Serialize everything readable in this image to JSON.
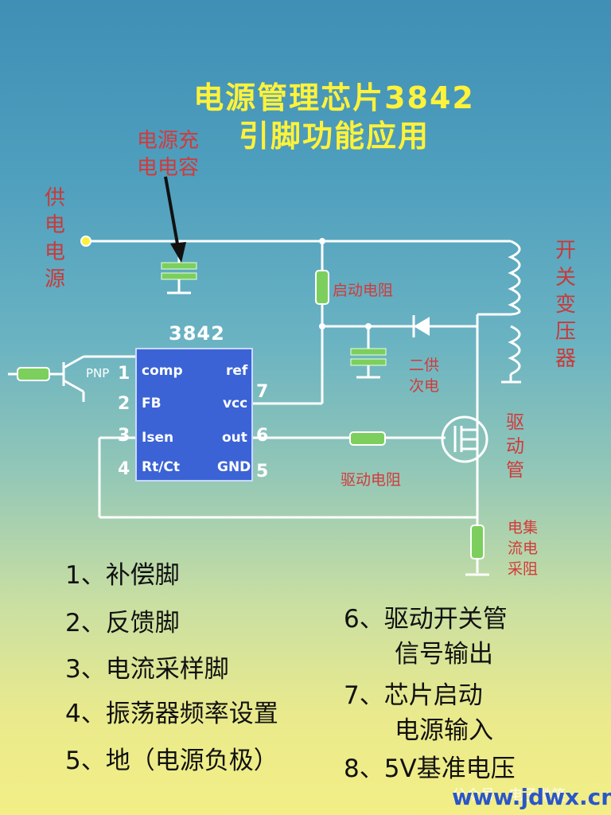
{
  "title": {
    "line1": "电源管理芯片3842",
    "line2": "引脚功能应用"
  },
  "labels": {
    "cap_note": "电源充\n电电容",
    "supply": "供\n电\n电\n源",
    "transformer": "开\n关\n变\n压\n器",
    "start_resistor": "启动电阻",
    "secondary_supply": "二供\n次电",
    "driver_tube": "驱\n动\n管",
    "drive_resistor": "驱动电阻",
    "current_sense": "电集\n流电\n采阻",
    "pnp": "PNP"
  },
  "chip": {
    "name": "3842",
    "left_pins": [
      {
        "num": "1",
        "name": "comp"
      },
      {
        "num": "2",
        "name": "FB"
      },
      {
        "num": "3",
        "name": "Isen"
      },
      {
        "num": "4",
        "name": "Rt/Ct"
      }
    ],
    "right_pins": [
      {
        "num": "",
        "name": "ref"
      },
      {
        "num": "7",
        "name": "vcc"
      },
      {
        "num": "6",
        "name": "out"
      },
      {
        "num": "5",
        "name": "GND"
      }
    ]
  },
  "functions_left": [
    "1、补偿脚",
    "2、反馈脚",
    "3、电流采样脚",
    "4、振荡器频率设置",
    "5、地（电源负极）"
  ],
  "functions_right": [
    {
      "line1": "6、驱动开关管",
      "line2": "信号输出"
    },
    {
      "line1": "7、芯片启动",
      "line2": "电源输入"
    },
    {
      "line1": "8、5V基准电压",
      "line2": ""
    }
  ],
  "watermark": {
    "account": "公众号 · 电子微笑",
    "site": "www.jdwx.cn"
  },
  "colors": {
    "title": "#fff23a",
    "label": "#d23a3a",
    "chip": "#3b63d6",
    "component": "#7ccf5c",
    "wire": "#ffffff"
  }
}
